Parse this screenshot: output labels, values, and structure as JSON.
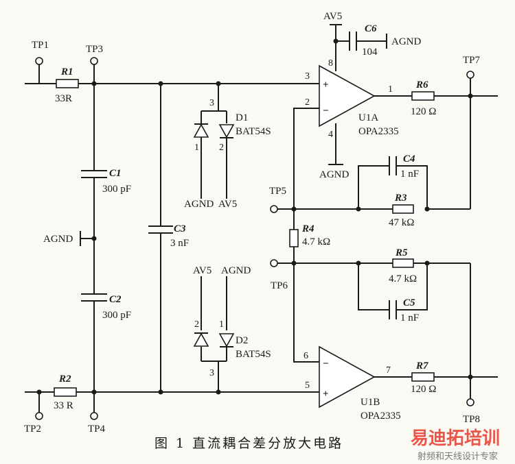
{
  "caption": "图 1 直流耦合差分放大电路",
  "watermark": {
    "brand": "易迪拓培训",
    "tagline": "射频和天线设计专家"
  },
  "test_points": [
    "TP1",
    "TP2",
    "TP3",
    "TP4",
    "TP5",
    "TP6",
    "TP7",
    "TP8"
  ],
  "resistors": [
    {
      "ref": "R1",
      "value": "33R"
    },
    {
      "ref": "R2",
      "value": "33 R"
    },
    {
      "ref": "R3",
      "value": "47 kΩ"
    },
    {
      "ref": "R4",
      "value": "4.7 kΩ"
    },
    {
      "ref": "R5",
      "value": "4.7 kΩ"
    },
    {
      "ref": "R6",
      "value": "120 Ω"
    },
    {
      "ref": "R7",
      "value": "120 Ω"
    }
  ],
  "capacitors": [
    {
      "ref": "C1",
      "value": "300 pF"
    },
    {
      "ref": "C2",
      "value": "300 pF"
    },
    {
      "ref": "C3",
      "value": "3 nF"
    },
    {
      "ref": "C4",
      "value": "1 nF"
    },
    {
      "ref": "C5",
      "value": "1 nF"
    },
    {
      "ref": "C6",
      "value": "104"
    }
  ],
  "diodes": [
    {
      "ref": "D1",
      "part": "BAT54S",
      "pins": [
        "1",
        "2",
        "3"
      ]
    },
    {
      "ref": "D2",
      "part": "BAT54S",
      "pins": [
        "1",
        "2",
        "3"
      ]
    }
  ],
  "amplifiers": [
    {
      "ref": "U1A",
      "part": "OPA2335",
      "pins": [
        "3",
        "2",
        "1",
        "8",
        "4"
      ]
    },
    {
      "ref": "U1B",
      "part": "OPA2335",
      "pins": [
        "5",
        "6",
        "7"
      ]
    }
  ],
  "nets": {
    "agnd": "AGND",
    "av5": "AV5"
  },
  "symbols": {
    "plus": "+",
    "minus": "−"
  }
}
